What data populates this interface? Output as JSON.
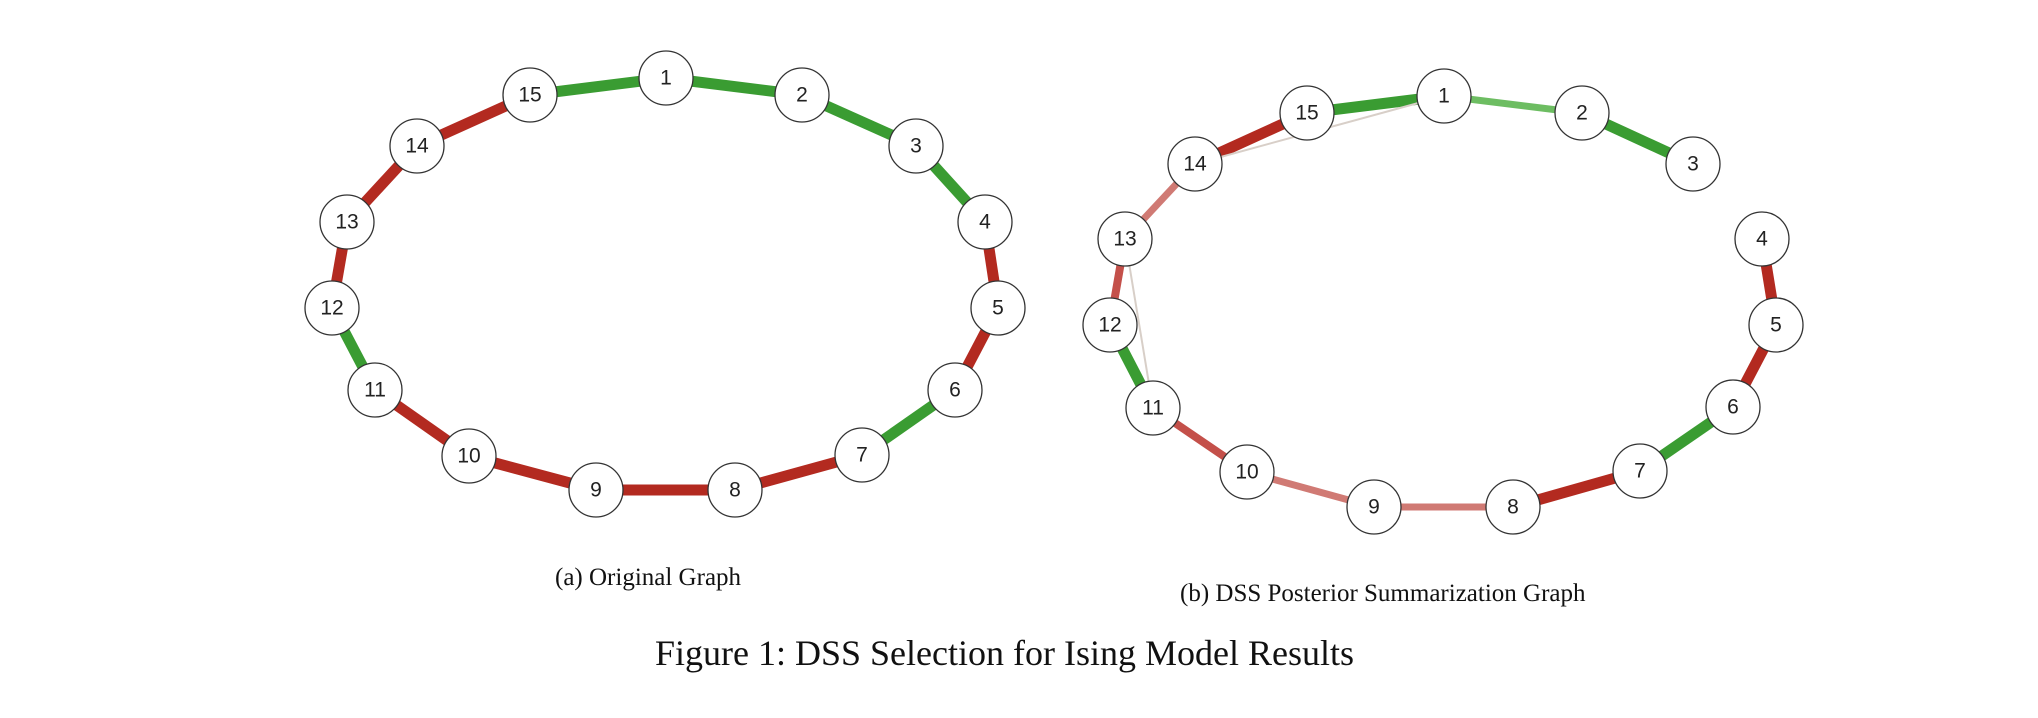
{
  "figure_caption": "Figure 1: DSS Selection for Ising Model Results",
  "colors": {
    "positive": "#3a9c32",
    "negative": "#b32a20",
    "positive_light": "#6dbd62",
    "negative_light": "#d07a74",
    "faint": "#d8cfc8"
  },
  "graphs": [
    {
      "caption": "(a) Original Graph",
      "node_labels": [
        "1",
        "2",
        "3",
        "4",
        "5",
        "6",
        "7",
        "8",
        "9",
        "10",
        "11",
        "12",
        "13",
        "14",
        "15"
      ],
      "edges": [
        {
          "from": "1",
          "to": "2",
          "sign": "positive",
          "strength": "strong"
        },
        {
          "from": "2",
          "to": "3",
          "sign": "positive",
          "strength": "strong"
        },
        {
          "from": "3",
          "to": "4",
          "sign": "positive",
          "strength": "strong"
        },
        {
          "from": "4",
          "to": "5",
          "sign": "negative",
          "strength": "strong"
        },
        {
          "from": "5",
          "to": "6",
          "sign": "negative",
          "strength": "strong"
        },
        {
          "from": "6",
          "to": "7",
          "sign": "positive",
          "strength": "strong"
        },
        {
          "from": "7",
          "to": "8",
          "sign": "negative",
          "strength": "strong"
        },
        {
          "from": "8",
          "to": "9",
          "sign": "negative",
          "strength": "strong"
        },
        {
          "from": "9",
          "to": "10",
          "sign": "negative",
          "strength": "strong"
        },
        {
          "from": "10",
          "to": "11",
          "sign": "negative",
          "strength": "strong"
        },
        {
          "from": "11",
          "to": "12",
          "sign": "positive",
          "strength": "strong"
        },
        {
          "from": "12",
          "to": "13",
          "sign": "negative",
          "strength": "strong"
        },
        {
          "from": "13",
          "to": "14",
          "sign": "negative",
          "strength": "strong"
        },
        {
          "from": "14",
          "to": "15",
          "sign": "negative",
          "strength": "strong"
        },
        {
          "from": "15",
          "to": "1",
          "sign": "positive",
          "strength": "strong"
        }
      ]
    },
    {
      "caption": "(b) DSS Posterior Summarization Graph",
      "node_labels": [
        "1",
        "2",
        "3",
        "4",
        "5",
        "6",
        "7",
        "8",
        "9",
        "10",
        "11",
        "12",
        "13",
        "14",
        "15"
      ],
      "edges": [
        {
          "from": "1",
          "to": "2",
          "sign": "positive",
          "strength": "weak"
        },
        {
          "from": "2",
          "to": "3",
          "sign": "positive",
          "strength": "strong"
        },
        {
          "from": "4",
          "to": "5",
          "sign": "negative",
          "strength": "strong"
        },
        {
          "from": "5",
          "to": "6",
          "sign": "negative",
          "strength": "strong"
        },
        {
          "from": "6",
          "to": "7",
          "sign": "positive",
          "strength": "strong"
        },
        {
          "from": "7",
          "to": "8",
          "sign": "negative",
          "strength": "strong"
        },
        {
          "from": "8",
          "to": "9",
          "sign": "negative",
          "strength": "weak"
        },
        {
          "from": "9",
          "to": "10",
          "sign": "negative",
          "strength": "weak"
        },
        {
          "from": "10",
          "to": "11",
          "sign": "negative",
          "strength": "medium"
        },
        {
          "from": "11",
          "to": "12",
          "sign": "positive",
          "strength": "strong"
        },
        {
          "from": "12",
          "to": "13",
          "sign": "negative",
          "strength": "medium"
        },
        {
          "from": "13",
          "to": "14",
          "sign": "negative",
          "strength": "weak"
        },
        {
          "from": "14",
          "to": "15",
          "sign": "negative",
          "strength": "strong"
        },
        {
          "from": "15",
          "to": "1",
          "sign": "positive",
          "strength": "strong"
        },
        {
          "from": "14",
          "to": "1",
          "sign": "faint",
          "strength": "faint"
        },
        {
          "from": "11",
          "to": "13",
          "sign": "faint",
          "strength": "faint"
        }
      ]
    }
  ]
}
